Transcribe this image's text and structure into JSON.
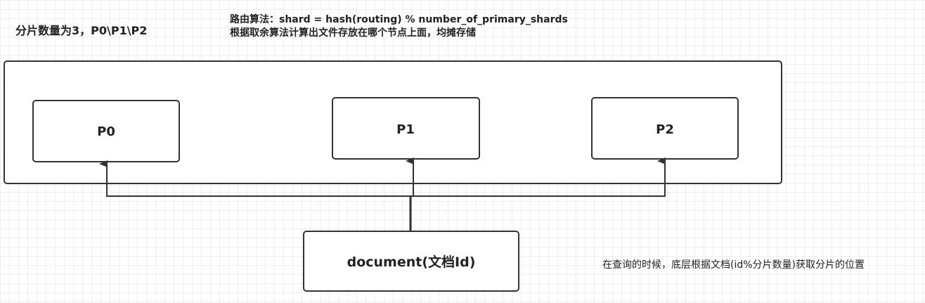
{
  "header": {
    "title": "分片数量为3，P0\\P1\\P2",
    "routing_formula": "路由算法：shard = hash(routing) % number_of_primary_shards",
    "routing_description": "根据取余算法计算出文件存放在哪个节点上面，均摊存储"
  },
  "shards": [
    {
      "label": "P0"
    },
    {
      "label": "P1"
    },
    {
      "label": "P2"
    }
  ],
  "document": {
    "label": "document(文档Id)"
  },
  "query_note": "在查询的时候，底层根据文档(id%分片数量)获取分片的位置",
  "colors": {
    "stroke": "#333333",
    "text": "#222222",
    "grid": "#eeeeee"
  }
}
